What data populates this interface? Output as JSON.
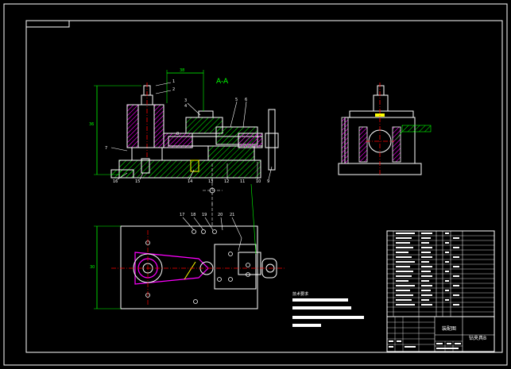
{
  "colors": {
    "background": "#000000",
    "frame": "#ffffff",
    "outline": "#ffffff",
    "hatch_magenta": "#ff00ff",
    "hatch_green": "#00ff00",
    "dimension": "#00ff00",
    "centerline": "#ff0000",
    "hidden": "#ffff00",
    "leader": "#00ff00"
  },
  "drawing": {
    "section_label": "A-A",
    "dim_top": "38",
    "dim_left": "36",
    "dim_plan": "30"
  },
  "callouts_front": [
    "1",
    "2",
    "3",
    "4",
    "5",
    "6",
    "7",
    "8",
    "9",
    "10",
    "11",
    "12",
    "13",
    "14",
    "15",
    "16"
  ],
  "callouts_plan": [
    "17",
    "18",
    "19",
    "20",
    "21"
  ],
  "notes": [
    "技术要求"
  ],
  "title_block": {
    "name_cell": "装配图",
    "drawing_name": "钻夹具B"
  }
}
